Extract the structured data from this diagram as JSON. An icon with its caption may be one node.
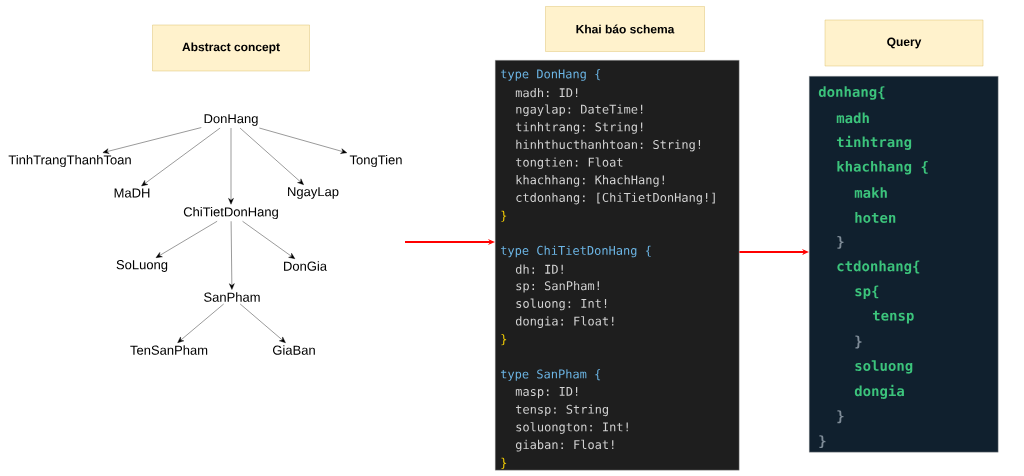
{
  "diagram": {
    "nodes": [
      {
        "text": [
          "Abstract concept"
        ]
      },
      {
        "text": [
          "DonHang"
        ]
      },
      {
        "text": [
          "TinhTrangThanhToan"
        ]
      },
      {
        "text": [
          "MaDH"
        ]
      },
      {
        "text": [
          "ChiTietDonHang"
        ]
      },
      {
        "text": [
          "NgayLap"
        ]
      },
      {
        "text": [
          "TongTien"
        ]
      },
      {
        "text": [
          "SoLuong"
        ]
      },
      {
        "text": [
          "SanPham"
        ]
      },
      {
        "text": [
          "DonGia"
        ]
      },
      {
        "text": [
          "TenSanPham"
        ]
      },
      {
        "text": [
          "GiaBan"
        ]
      },
      {
        "text": [
          "Khai báo schema"
        ]
      },
      {
        "text": [
          "type DonHang {",
          "madh: ID!",
          "ngaylap: DateTime!",
          "tinhtrang: String!",
          "hinhthucthanhtoan: String!",
          "tongtien: Float",
          "khachhang: KhachHang!",
          "ctdonhang: [ChiTietDonHang!]",
          "}",
          "type ChiTietDonHang {",
          "dh: ID!",
          "sp: SanPham!",
          "soluong: Int!",
          "dongia: Float!",
          "}",
          "type SanPham {",
          "masp: ID!",
          "tensp: String",
          "soluongton: Int!",
          "giaban: Float!",
          "}"
        ]
      },
      {
        "text": [
          "Query"
        ]
      },
      {
        "text": [
          "donhang{",
          "madh",
          "tinhtrang",
          "khachhang {",
          "makh",
          "hoten",
          "}",
          "ctdonhang{",
          "sp{",
          "tensp",
          "}",
          "soluong",
          "dongia",
          "}",
          "}"
        ]
      }
    ],
    "edges": [
      {
        "from": 1,
        "to": 2,
        "arrow": "to"
      },
      {
        "from": 1,
        "to": 3,
        "arrow": "to"
      },
      {
        "from": 1,
        "to": 4,
        "arrow": "to"
      },
      {
        "from": 1,
        "to": 5,
        "arrow": "to"
      },
      {
        "from": 1,
        "to": 6,
        "arrow": "to"
      },
      {
        "from": 4,
        "to": 7,
        "arrow": "to"
      },
      {
        "from": 4,
        "to": 8,
        "arrow": "to"
      },
      {
        "from": 4,
        "to": 9,
        "arrow": "to"
      },
      {
        "from": 8,
        "to": 10,
        "arrow": "to"
      },
      {
        "from": 8,
        "to": 11,
        "arrow": "to"
      },
      {
        "from": null,
        "to": 13,
        "arrow": "to",
        "style": "thick",
        "color": "#ff0000"
      },
      {
        "from": 13,
        "to": 15,
        "arrow": "to",
        "style": "thick",
        "color": "#ff0000"
      }
    ]
  }
}
